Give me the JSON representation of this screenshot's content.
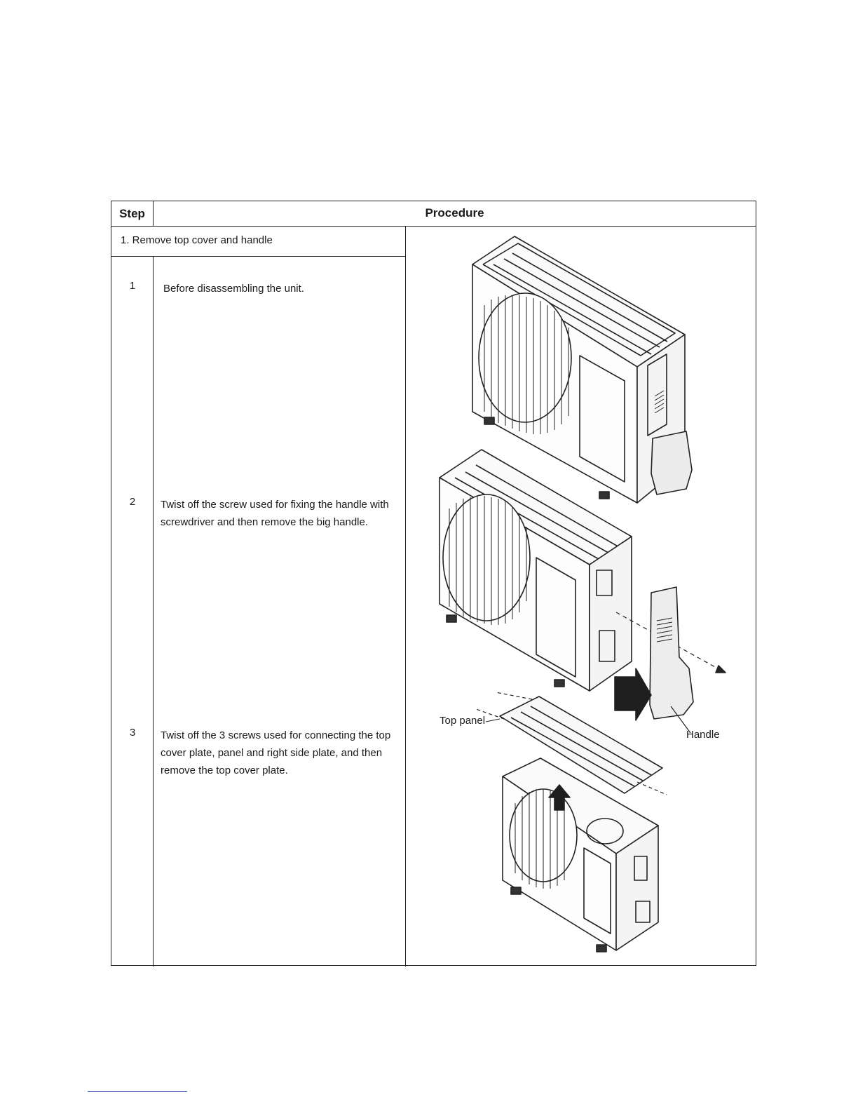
{
  "table": {
    "header_step": "Step",
    "header_procedure": "Procedure",
    "section_title": "1. Remove top cover and handle",
    "steps": [
      {
        "number": "1",
        "text": "Before disassembling the unit."
      },
      {
        "number": "2",
        "text": "Twist off the screw used for fixing the handle with screwdriver and then remove the big handle."
      },
      {
        "number": "3",
        "text": "Twist off the 3 screws used for connecting the top cover plate, panel and right side plate, and then remove the top cover plate."
      }
    ]
  },
  "figure": {
    "label_top_panel": "Top panel",
    "label_handle": "Handle"
  }
}
